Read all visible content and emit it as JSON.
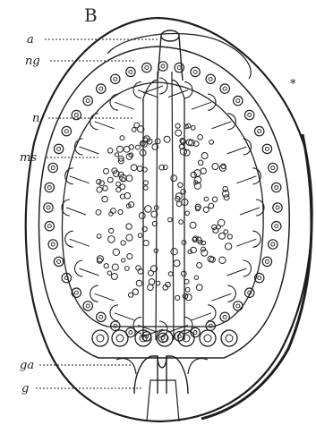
{
  "figure": {
    "panel_letter": "B",
    "labels": {
      "a": "a",
      "ng": "ng",
      "n": "n",
      "ms": "ms",
      "ga": "ga",
      "g": "g",
      "star": "*"
    }
  }
}
